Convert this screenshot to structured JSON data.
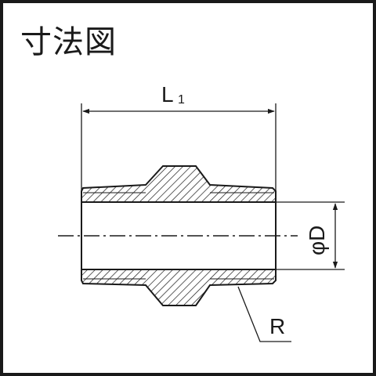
{
  "title": "寸法図",
  "dimensions": {
    "length_label": "L",
    "length_subscript": "1",
    "diameter_label": "φD",
    "thread_label": "R"
  },
  "colors": {
    "line": "#1a1a1a",
    "background": "#ffffff"
  }
}
